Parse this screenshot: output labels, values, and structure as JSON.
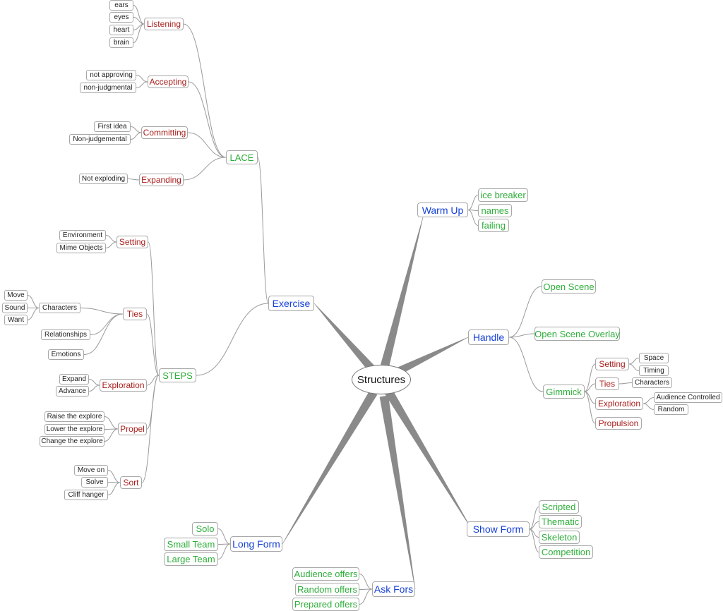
{
  "root": "Structures",
  "l1": {
    "warmup": "Warm Up",
    "handle": "Handle",
    "showform": "Show Form",
    "askfors": "Ask Fors",
    "longform": "Long Form",
    "exercise": "Exercise"
  },
  "warmup_items": [
    "ice breaker",
    "names",
    "failing"
  ],
  "handle_items": {
    "open_scene": "Open Scene",
    "open_scene_overlay": "Open Scene Overlay",
    "gimmick": "Gimmick"
  },
  "gimmick": {
    "setting": "Setting",
    "ties": "Ties",
    "exploration": "Exploration",
    "propulsion": "Propulsion",
    "space": "Space",
    "timing": "Timing",
    "characters": "Characters",
    "audience_controlled": "Audience Controlled",
    "random": "Random"
  },
  "showform_items": [
    "Scripted",
    "Thematic",
    "Skeleton",
    "Competition"
  ],
  "askfors_items": [
    "Audience offers",
    "Random offers",
    "Prepared offers"
  ],
  "longform_items": [
    "Solo",
    "Small Team",
    "Large Team"
  ],
  "exercise_items": {
    "lace": "LACE",
    "steps": "STEPS"
  },
  "lace": {
    "listening": "Listening",
    "accepting": "Accepting",
    "committing": "Committing",
    "expanding": "Expanding",
    "ears": "ears",
    "eyes": "eyes",
    "heart": "heart",
    "brain": "brain",
    "not_approving": "not approving",
    "non_judgmental": "non-judgmental",
    "first_idea": "First idea",
    "non_judgemental": "Non-judgemental",
    "not_exploding": "Not exploding"
  },
  "steps": {
    "setting": "Setting",
    "ties": "Ties",
    "exploration": "Exploration",
    "propel": "Propel",
    "sort": "Sort",
    "environment": "Environment",
    "mime_objects": "Mime Objects",
    "characters": "Characters",
    "move": "Move",
    "sound": "Sound",
    "want": "Want",
    "relationships": "Relationships",
    "emotions": "Emotions",
    "expand": "Expand",
    "advance": "Advance",
    "raise": "Raise the explore",
    "lower": "Lower the explore",
    "change": "Change the explore",
    "move_on": "Move on",
    "solve": "Solve",
    "cliff_hanger": "Cliff hanger"
  },
  "colors": {
    "level1": "#1540d8",
    "green": "#2eae3a",
    "red": "#a8201e",
    "connector": "#9a9a9a"
  }
}
